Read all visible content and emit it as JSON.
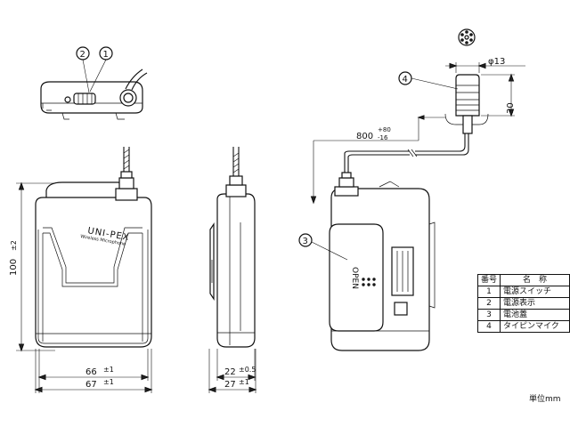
{
  "callouts": [
    "1",
    "2",
    "3",
    "4"
  ],
  "brand": {
    "logo": "UNI-PEX",
    "subtitle": "Wireless Microphone"
  },
  "dimensions": {
    "height_front": "100",
    "height_front_tol": "±2",
    "width_inner": "66",
    "width_inner_tol": "±1",
    "width_outer": "67",
    "width_outer_tol": "±1",
    "depth_inner": "22",
    "depth_inner_tol": "±0.5",
    "depth_outer": "27",
    "depth_outer_tol": "±1",
    "cable_length": "800",
    "cable_tol_plus": "+80",
    "cable_tol_minus": "-16",
    "mic_diameter": "φ13",
    "mic_length": "30"
  },
  "rear_panel": {
    "open_label": "OPEN"
  },
  "parts_table": {
    "headers": [
      "番号",
      "名　称"
    ],
    "rows": [
      {
        "num": "1",
        "name": "電源スイッチ"
      },
      {
        "num": "2",
        "name": "電源表示"
      },
      {
        "num": "3",
        "name": "電池蓋"
      },
      {
        "num": "4",
        "name": "タイピンマイク"
      }
    ]
  },
  "unit_note": "単位mm"
}
